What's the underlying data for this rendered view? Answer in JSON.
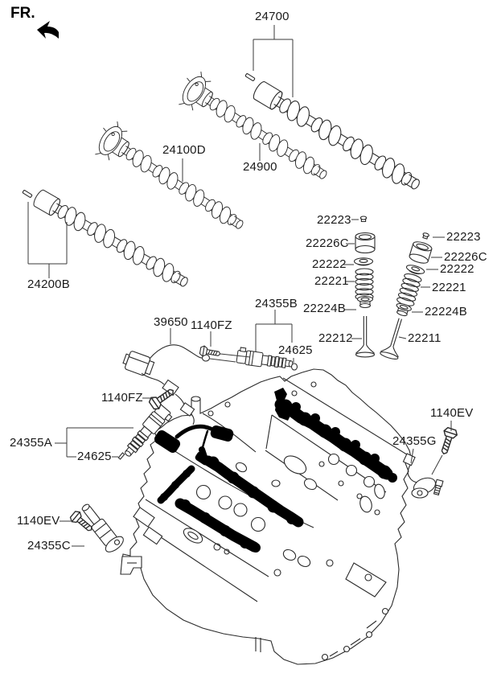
{
  "front_marker": {
    "label": "FR."
  },
  "camshafts": {
    "top_pair_label": "24700",
    "top_lower": "24900",
    "middle": "24100D",
    "bottom_left": "24200B"
  },
  "valve_stack_left": {
    "keeper": "22223",
    "tappet": "22226C",
    "retainer": "22222",
    "spring": "22221",
    "seat": "22224B",
    "valve": "22212"
  },
  "valve_stack_right": {
    "keeper": "22223",
    "tappet": "22226C",
    "retainer": "22222",
    "spring": "22221",
    "seat": "22224B",
    "valve": "22211"
  },
  "oil_control_top": {
    "harness": "39650",
    "bolt": "1140FZ",
    "valve": "24355B",
    "oring": "24625"
  },
  "oil_control_left": {
    "bolt": "1140FZ",
    "valve": "24355A",
    "oring": "24625"
  },
  "sensor_bottom_left": {
    "bolt": "1140EV",
    "sensor": "24355C"
  },
  "sensor_right": {
    "sensor": "24355G",
    "bolt": "1140EV"
  },
  "colors": {
    "line": "#231f20",
    "background": "#ffffff"
  }
}
